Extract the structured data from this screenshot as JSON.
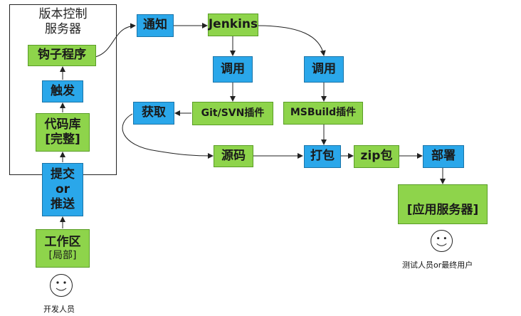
{
  "vcs_server": {
    "line1": "版本控制",
    "line2": "服务器"
  },
  "nodes": {
    "hook": "钩子程序",
    "trigger": "触发",
    "repo_line1": "代码库",
    "repo_line2": "[完整]",
    "commit_line1": "提交",
    "commit_line2": "or",
    "commit_line3": "推送",
    "workspace_line1": "工作区",
    "workspace_line2": "[局部]",
    "notify": "通知",
    "jenkins": "Jenkins",
    "call_left": "调用",
    "call_right": "调用",
    "fetch": "获取",
    "git_svn_plugin": "Git/SVN插件",
    "msbuild_plugin": "MSBuild插件",
    "source": "源码",
    "package": "打包",
    "zip": "zip包",
    "deploy": "部署",
    "app_server": "[应用服务器]"
  },
  "captions": {
    "developer": "开发人员",
    "tester": "测试人员or最终用户"
  },
  "colors": {
    "green": "#8ed44b",
    "blue": "#2aa7ea",
    "border": "#222222"
  }
}
